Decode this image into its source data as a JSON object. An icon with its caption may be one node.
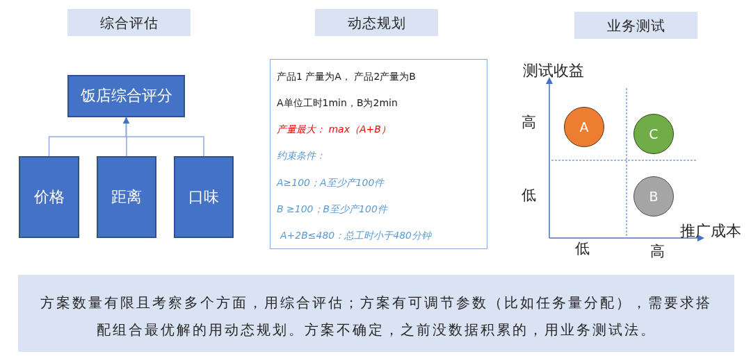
{
  "diagram": {
    "nodes": [
      {
        "text": [
          "综合评估"
        ]
      },
      {
        "text": [
          "动态规划"
        ]
      },
      {
        "text": [
          "业务测试"
        ]
      },
      {
        "text": [
          "饭店综合评分"
        ]
      },
      {
        "text": [
          "价格"
        ]
      },
      {
        "text": [
          "距离"
        ]
      },
      {
        "text": [
          "口味"
        ]
      },
      {
        "text": [
          "产品1 产量为A， 产品2产量为B",
          "A单位工时1min，B为2min",
          "产量最大： max（A+B）",
          "约束条件：",
          "A≥100；A至少产100件",
          "B ≥100；B至少产100件",
          "A+2B≤480：总工时小于480分钟"
        ]
      },
      {
        "text": [
          "A"
        ]
      },
      {
        "text": [
          "C"
        ]
      },
      {
        "text": [
          "B"
        ]
      },
      {
        "text": [
          "方案数量有限且考察多个方面，用综合评估；方案有可调节参数（比如任务量分配），需要求搭配组合最优解的用动态规划。方案不确定，之前没数据积累的，用业务测试法。"
        ]
      }
    ],
    "edges": [
      {
        "from": 4,
        "to": 3,
        "arrow": "to"
      },
      {
        "from": 5,
        "to": 3,
        "arrow": "to"
      },
      {
        "from": 6,
        "to": 3,
        "arrow": "to"
      }
    ],
    "labels": [
      "测试收益",
      "高",
      "低",
      "推广成本",
      "低",
      "高"
    ]
  }
}
